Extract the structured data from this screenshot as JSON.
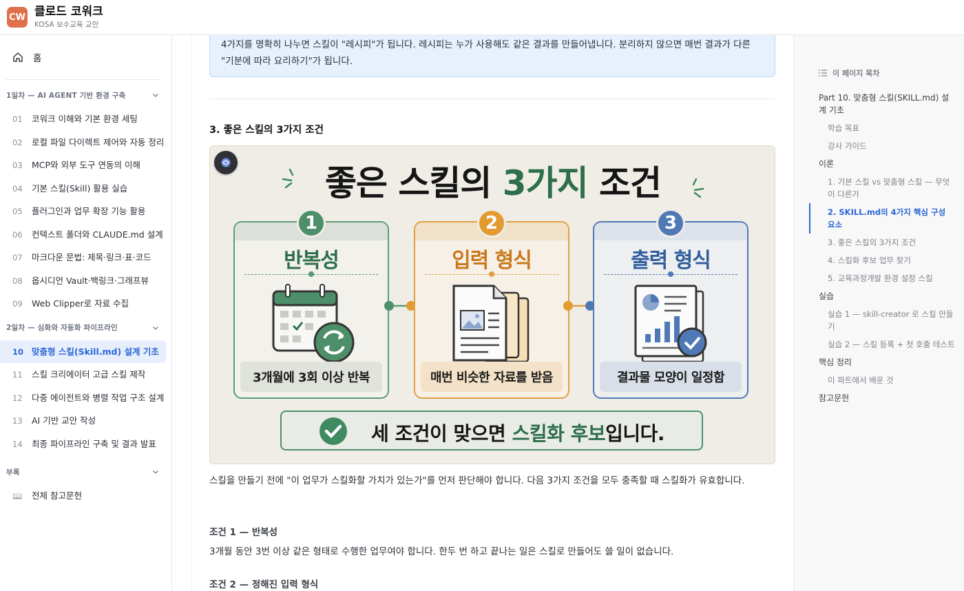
{
  "header": {
    "logo": "CW",
    "title": "클로드 코워크",
    "subtitle": "KOSA 보수교육 교안"
  },
  "sidebar": {
    "home_label": "홈",
    "sections": [
      {
        "title": "1일차 — AI AGENT 기반 환경 구축",
        "items": [
          {
            "num": "01",
            "label": "코워크 이해와 기본 환경 세팅"
          },
          {
            "num": "02",
            "label": "로컬 파일 다이렉트 제어와 자동 정리"
          },
          {
            "num": "03",
            "label": "MCP와 외부 도구 연동의 이해"
          },
          {
            "num": "04",
            "label": "기본 스킬(Skill) 활용 실습"
          },
          {
            "num": "05",
            "label": "플러그인과 업무 확장 기능 활용"
          },
          {
            "num": "06",
            "label": "컨텍스트 폴더와 CLAUDE.md 설계"
          },
          {
            "num": "07",
            "label": "마크다운 문법: 제목·링크·표·코드"
          },
          {
            "num": "08",
            "label": "옵시디언 Vault·백링크·그래프뷰"
          },
          {
            "num": "09",
            "label": "Web Clipper로 자료 수집"
          }
        ]
      },
      {
        "title": "2일차 — 심화와 자동화 파이프라인",
        "items": [
          {
            "num": "10",
            "label": "맞춤형 스킬(Skill.md) 설계 기초"
          },
          {
            "num": "11",
            "label": "스킬 크리에이터 고급 스킬 제작"
          },
          {
            "num": "12",
            "label": "다중 에이전트와 병렬 작업 구조 설계"
          },
          {
            "num": "13",
            "label": "AI 기반 교안 작성"
          },
          {
            "num": "14",
            "label": "최종 파이프라인 구축 및 결과 발표"
          }
        ]
      },
      {
        "title": "부록",
        "items": [
          {
            "num": "📖",
            "label": "전체 참고문헌"
          }
        ]
      }
    ]
  },
  "main": {
    "callout": "4가지를 명확히 나누면 스킬이 \"레시피\"가 됩니다. 레시피는 누가 사용해도 같은 결과를 만들어냅니다. 분리하지 않으면 매번 결과가 다른 \"기분에 따라 요리하기\"가 됩니다.",
    "section_title": "3. 좋은 스킬의 3가지 조건",
    "figure": {
      "title_pre": "좋은 스킬의 ",
      "title_green": "3가지",
      "title_post": " 조건",
      "cards": [
        {
          "num": "1",
          "title": "반복성",
          "footer": "3개월에 3회 이상 반복"
        },
        {
          "num": "2",
          "title": "입력 형식",
          "footer": "매번 비슷한 자료를 받음"
        },
        {
          "num": "3",
          "title": "출력 형식",
          "footer": "결과물 모양이 일정함"
        }
      ],
      "banner_pre": "세 조건이 맞으면 ",
      "banner_green": "스킬화 후보",
      "banner_post": "입니다."
    },
    "intro": "스킬을 만들기 전에 \"이 업무가 스킬화할 가치가 있는가\"를 먼저 판단해야 합니다. 다음 3가지 조건을 모두 충족할 때 스킬화가 유효합니다.",
    "cond1_title": "조건 1 — 반복성",
    "cond1_text": "3개월 동안 3번 이상 같은 형태로 수행한 업무여야 합니다. 한두 번 하고 끝나는 일은 스킬로 만들어도 쓸 일이 없습니다.",
    "cond2_title": "조건 2 — 정해진 입력 형식"
  },
  "toc": {
    "title": "이 페이지 목차",
    "items": [
      {
        "label": "Part 10. 맞춤형 스킬(SKILL.md) 설계 기초",
        "level": 1
      },
      {
        "label": "학습 목표",
        "level": 2
      },
      {
        "label": "강사 가이드",
        "level": 2
      },
      {
        "label": "이론",
        "level": 1
      },
      {
        "label": "1. 기본 스킬 vs 맞춤형 스킬 — 무엇이 다른가",
        "level": 2
      },
      {
        "label": "2. SKILL.md의 4가지 핵심 구성 요소",
        "level": 2
      },
      {
        "label": "3. 좋은 스킬의 3가지 조건",
        "level": 2
      },
      {
        "label": "4. 스킬화 후보 업무 찾기",
        "level": 2
      },
      {
        "label": "5. 교육과정개발 환경 설정 스킬",
        "level": 2
      },
      {
        "label": "실습",
        "level": 1
      },
      {
        "label": "실습 1 — skill-creator 로 스킬 만들기",
        "level": 2
      },
      {
        "label": "실습 2 — 스킬 등록 + 첫 호출 테스트",
        "level": 2
      },
      {
        "label": "핵심 정리",
        "level": 1
      },
      {
        "label": "이 파트에서 배운 것",
        "level": 2
      },
      {
        "label": "참고문헌",
        "level": 1
      }
    ]
  }
}
